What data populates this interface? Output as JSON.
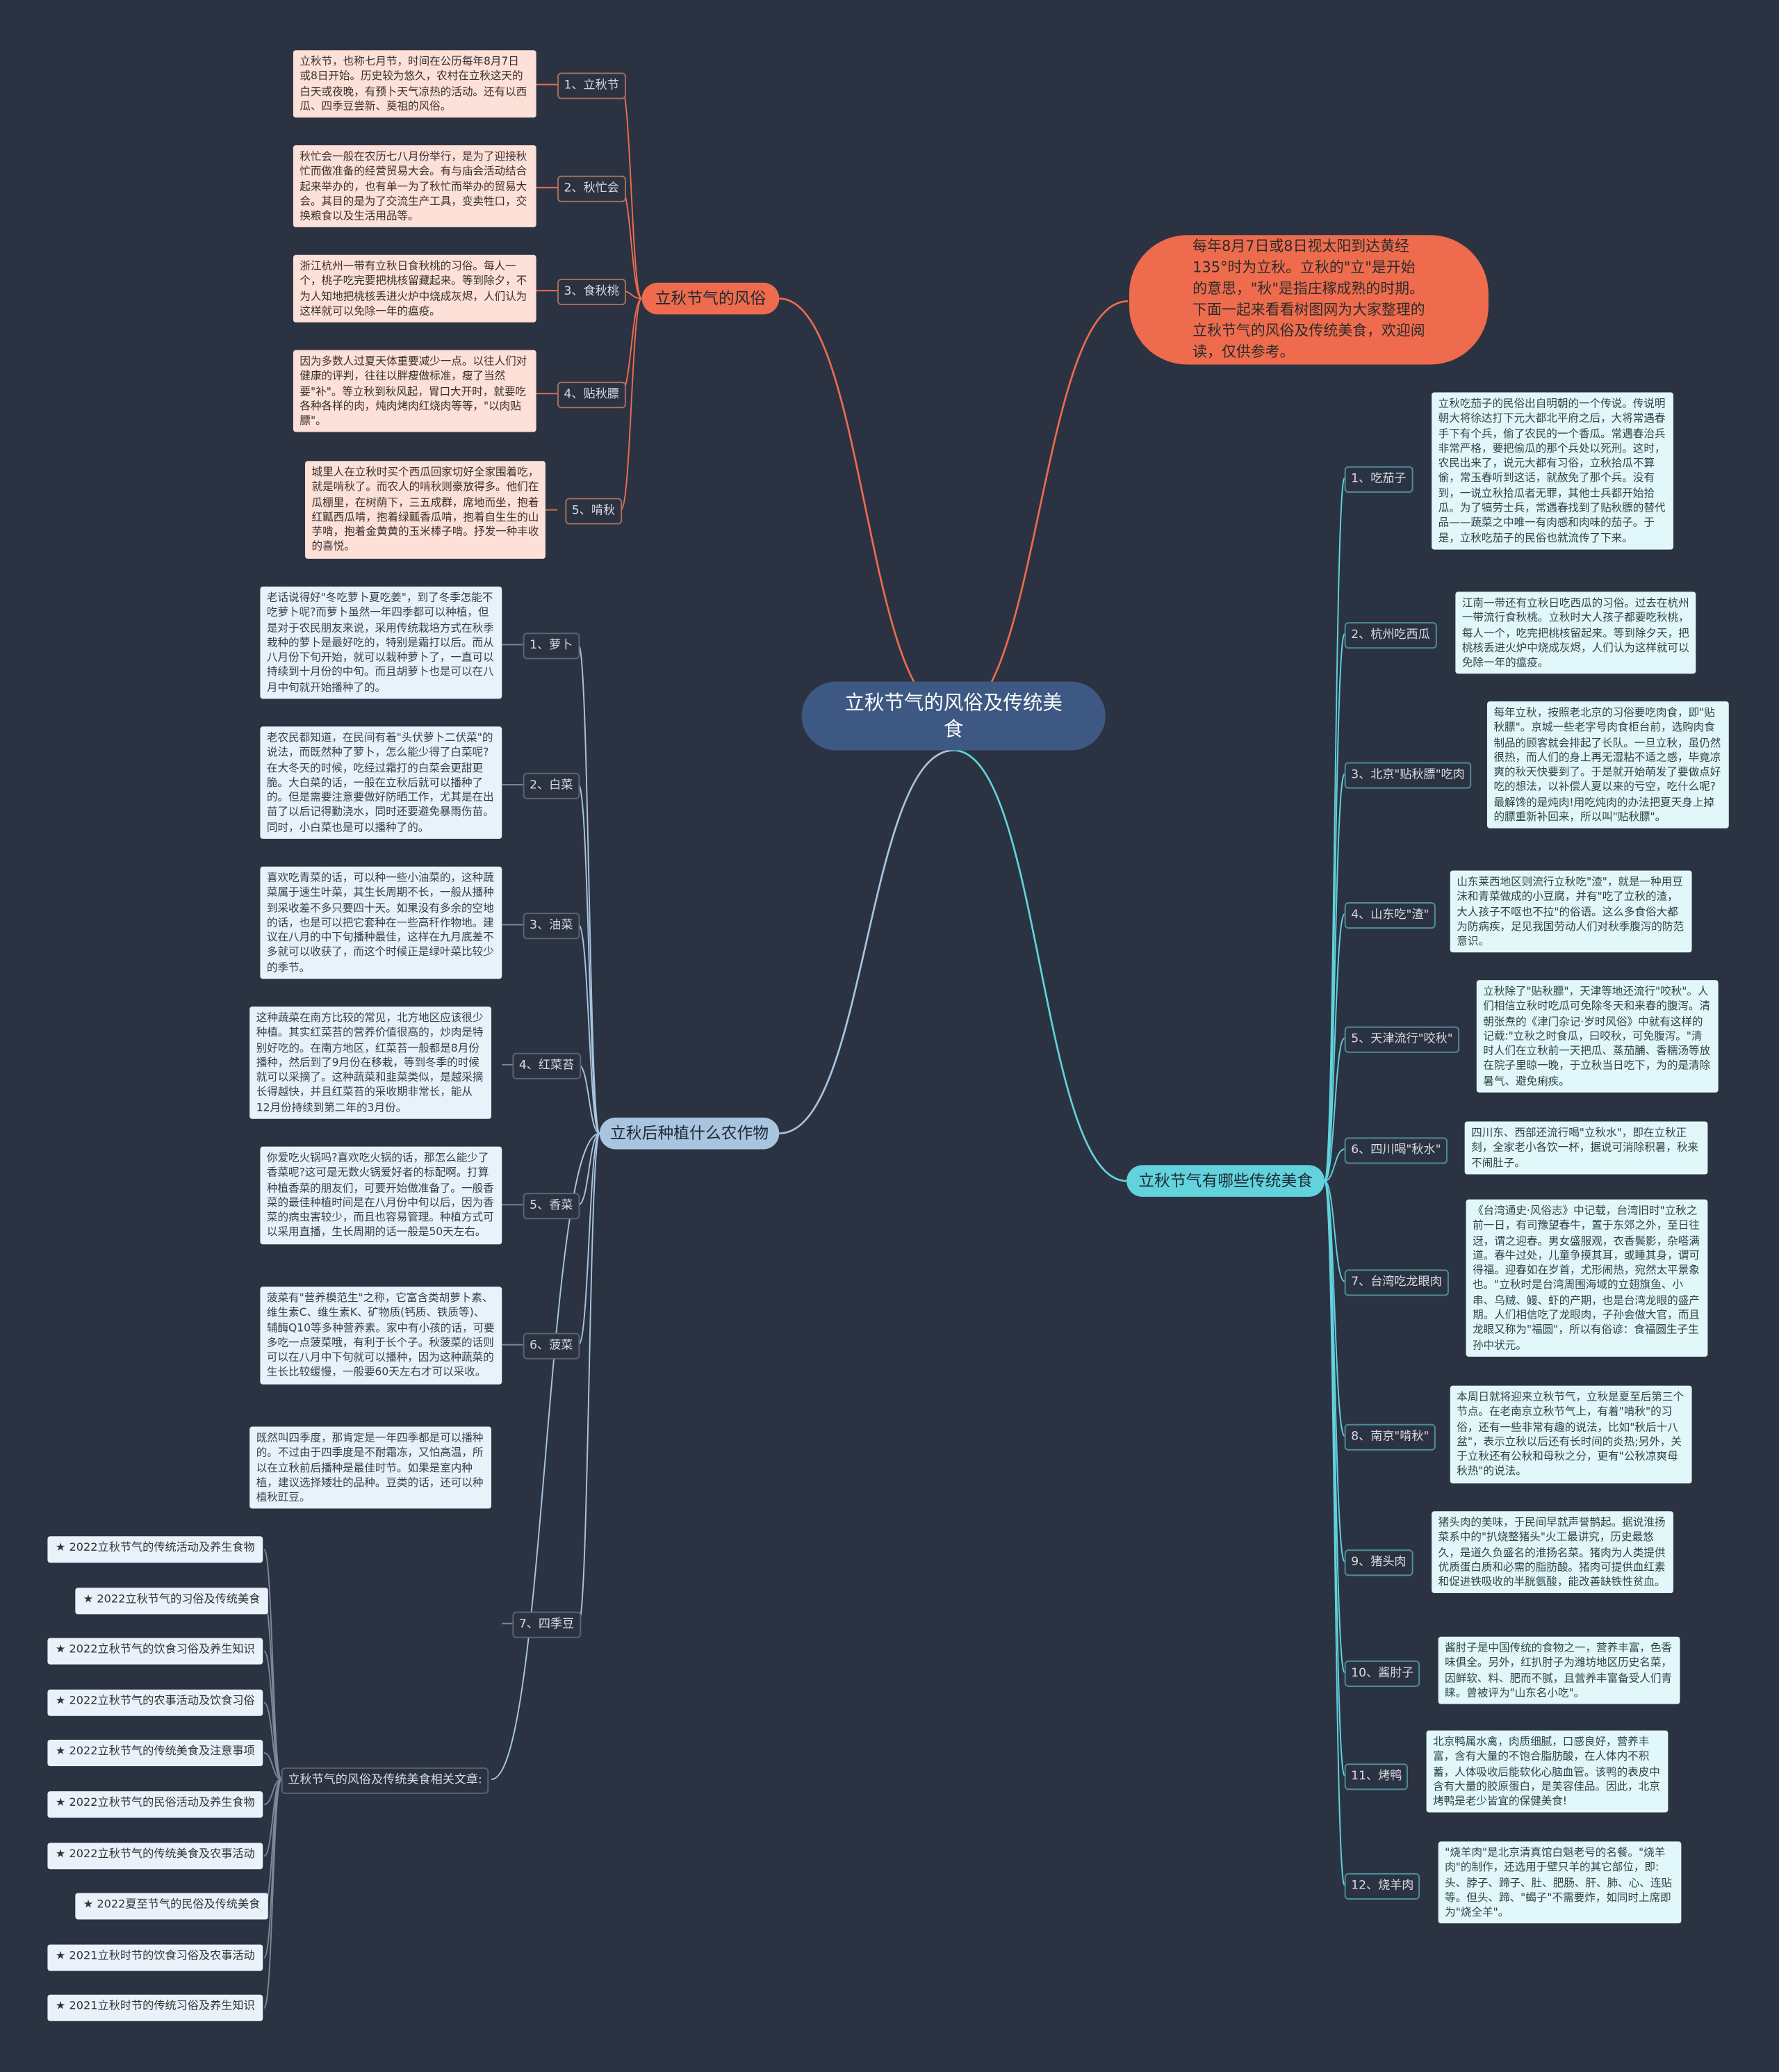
{
  "root": {
    "title": "立秋节气的风俗及传统美食"
  },
  "intro": {
    "text": "每年8月7日或8日视太阳到达黄经135°时为立秋。立秋的\"立\"是开始的意思，\"秋\"是指庄稼成熟的时期。下面一起来看看树图网为大家整理的立秋节气的风俗及传统美食，欢迎阅读，仅供参考。"
  },
  "customs": {
    "title": "立秋节气的风俗",
    "items": [
      {
        "label": "1、立秋节",
        "text": "立秋节，也称七月节，时间在公历每年8月7日或8日开始。历史较为悠久，农村在立秋这天的白天或夜晚，有预卜天气凉热的活动。还有以西瓜、四季豆尝新、奠祖的风俗。"
      },
      {
        "label": "2、秋忙会",
        "text": "秋忙会一般在农历七八月份举行，是为了迎接秋忙而做准备的经营贸易大会。有与庙会活动结合起来举办的，也有单一为了秋忙而举办的贸易大会。其目的是为了交流生产工具，变卖牲口，交换粮食以及生活用品等。"
      },
      {
        "label": "3、食秋桃",
        "text": "浙江杭州一带有立秋日食秋桃的习俗。每人一个，桃子吃完要把桃核留藏起来。等到除夕，不为人知地把桃核丢进火炉中烧成灰烬，人们认为这样就可以免除一年的瘟疫。"
      },
      {
        "label": "4、贴秋膘",
        "text": "因为多数人过夏天体重要减少一点。以往人们对健康的评判，往往以胖瘦做标准，瘦了当然要\"补\"。等立秋到秋风起，胃口大开时，就要吃各种各样的肉，炖肉烤肉红烧肉等等，\"以肉贴膘\"。"
      },
      {
        "label": "5、啃秋",
        "text": "城里人在立秋时买个西瓜回家切好全家围着吃，就是啃秋了。而农人的啃秋则豪放得多。他们在瓜棚里，在树荫下，三五成群，席地而坐，抱着红瓤西瓜啃，抱着绿瓤香瓜啃，抱着自生生的山芋啃，抱着金黄黄的玉米棒子啃。抒发一种丰收的喜悦。"
      }
    ]
  },
  "crops": {
    "title": "立秋后种植什么农作物",
    "items": [
      {
        "label": "1、萝卜",
        "text": "老话说得好\"冬吃萝卜夏吃姜\"，到了冬季怎能不吃萝卜呢?而萝卜虽然一年四季都可以种植，但是对于农民朋友来说，采用传统栽培方式在秋季栽种的萝卜是最好吃的，特别是霜打以后。而从八月份下旬开始，就可以栽种萝卜了，一直可以持续到十月份的中旬。而且胡萝卜也是可以在八月中旬就开始播种了的。"
      },
      {
        "label": "2、白菜",
        "text": "老农民都知道，在民间有着\"头伏萝卜二伏菜\"的说法，而既然种了萝卜，怎么能少得了白菜呢?在大冬天的时候，吃经过霜打的白菜会更甜更脆。大白菜的话，一般在立秋后就可以播种了的。但是需要注意要做好防晒工作，尤其是在出苗了以后记得勤浇水，同时还要避免暴雨伤苗。同时，小白菜也是可以播种了的。"
      },
      {
        "label": "3、油菜",
        "text": "喜欢吃青菜的话，可以种一些小油菜的，这种蔬菜属于速生叶菜，其生长周期不长，一般从播种到采收差不多只要四十天。如果没有多余的空地的话，也是可以把它套种在一些高秆作物地。建议在八月的中下旬播种最佳，这样在九月底差不多就可以收获了，而这个时候正是绿叶菜比较少的季节。"
      },
      {
        "label": "4、红菜苔",
        "text": "这种蔬菜在南方比较的常见，北方地区应该很少种植。其实红菜苔的营养价值很高的，炒肉是特别好吃的。在南方地区，红菜苔一般都是8月份播种，然后到了9月份在移栽，等到冬季的时候就可以采摘了。这种蔬菜和韭菜类似，是越采摘长得越快，并且红菜苔的采收期非常长，能从12月份持续到第二年的3月份。"
      },
      {
        "label": "5、香菜",
        "text": "你爱吃火锅吗?喜欢吃火锅的话，那怎么能少了香菜呢?这可是无数火锅爱好者的标配啊。打算种植香菜的朋友们，可要开始做准备了。一般香菜的最佳种植时间是在八月份中旬以后，因为香菜的病虫害较少，而且也容易管理。种植方式可以采用直播，生长周期的话一般是50天左右。"
      },
      {
        "label": "6、菠菜",
        "text": "菠菜有\"营养模范生\"之称，它富含类胡萝卜素、维生素C、维生素K、矿物质(钙质、铁质等)、辅酶Q10等多种营养素。家中有小孩的话，可要多吃一点菠菜哦，有利于长个子。秋菠菜的话则可以在八月中下旬就可以播种，因为这种蔬菜的生长比较缓慢，一般要60天左右才可以采收。"
      },
      {
        "label": "7、四季豆",
        "text": "既然叫四季度，那肯定是一年四季都是可以播种的。不过由于四季度是不耐霜冻，又怕高温，所以在立秋前后播种是最佳时节。如果是室内种植，建议选择矮壮的品种。豆类的话，还可以种植秋豇豆。"
      }
    ]
  },
  "related": {
    "title": "立秋节气的风俗及传统美食相关文章:",
    "items": [
      "★ 2022立秋节气的传统活动及养生食物",
      "★ 2022立秋节气的习俗及传统美食",
      "★ 2022立秋节气的饮食习俗及养生知识",
      "★ 2022立秋节气的农事活动及饮食习俗",
      "★ 2022立秋节气的传统美食及注意事项",
      "★ 2022立秋节气的民俗活动及养生食物",
      "★ 2022立秋节气的传统美食及农事活动",
      "★ 2022夏至节气的民俗及传统美食",
      "★ 2021立秋时节的饮食习俗及农事活动",
      "★ 2021立秋时节的传统习俗及养生知识"
    ]
  },
  "foods": {
    "title": "立秋节气有哪些传统美食",
    "items": [
      {
        "label": "1、吃茄子",
        "text": "立秋吃茄子的民俗出自明朝的一个传说。传说明朝大将徐达打下元大都北平府之后，大将常遇春手下有个兵，偷了农民的一个香瓜。常遇春治兵非常严格，要把偷瓜的那个兵处以死刑。这时，农民出来了，说元大都有习俗，立秋拾瓜不算偷，常玉春听到这话，就赦免了那个兵。没有到，一说立秋拾瓜者无罪，其他士兵都开始拾瓜。为了犒劳士兵，常遇春找到了贴秋膘的替代品——蔬菜之中唯一有肉感和肉味的茄子。于是，立秋吃茄子的民俗也就流传了下来。"
      },
      {
        "label": "2、杭州吃西瓜",
        "text": "江南一带还有立秋日吃西瓜的习俗。过去在杭州一带流行食秋桃。立秋时大人孩子都要吃秋桃，每人一个，吃完把桃核留起来。等到除夕天，把桃核丢进火炉中烧成灰烬，人们认为这样就可以免除一年的瘟疫。"
      },
      {
        "label": "3、北京\"贴秋膘\"吃肉",
        "text": "每年立秋，按照老北京的习俗要吃肉食，即\"贴秋膘\"。京城一些老字号肉食柜台前，选购肉食制品的顾客就会排起了长队。一旦立秋，虽仍然很热，而人们的身上再无湿粘不适之感，毕竟凉爽的秋天快要到了。于是就开始萌发了要做点好吃的想法，以补偿人夏以来的亏空，吃什么呢?最解馋的是炖肉!用吃炖肉的办法把夏天身上掉的膘重新补回来，所以叫\"贴秋膘\"。"
      },
      {
        "label": "4、山东吃\"渣\"",
        "text": "山东莱西地区则流行立秋吃\"渣\"，就是一种用豆沫和青菜做成的小豆腐，并有\"吃了立秋的渣，大人孩子不呕也不拉\"的俗语。这么多食俗大都为防病疾，足见我国劳动人们对秋季腹泻的防范意识。"
      },
      {
        "label": "5、天津流行\"咬秋\"",
        "text": "立秋除了\"贴秋膘\"，天津等地还流行\"咬秋\"。人们相信立秋时吃瓜可免除冬天和来春的腹泻。清朝张焘的《津门杂记·岁时风俗》中就有这样的记载:\"立秋之时食瓜，曰咬秋，可免腹泻。\"清时人们在立秋前一天把瓜、蒸茄脯、香糯汤等放在院子里晾一晚，于立秋当日吃下，为的是清除暑气、避免痢疾。"
      },
      {
        "label": "6、四川喝\"秋水\"",
        "text": "四川东、西部还流行喝\"立秋水\"，即在立秋正刻，全家老小各饮一杯，据说可消除积暑，秋来不闹肚子。"
      },
      {
        "label": "7、台湾吃龙眼肉",
        "text": "《台湾通史·风俗志》中记载，台湾旧时\"立秋之前一日，有司豫望春牛，置于东郊之外，至日往迓，谓之迎春。男女盛服观，衣香鬓影，杂嗒满道。春牛过处，儿童争摸其耳，或睡其身，谓可得福。迎春如在岁首，尤形闹热，宛然太平景象也。\"立秋时是台湾周围海域的立翅旗鱼、小串、乌贼、鳗、虾的产期，也是台湾龙眼的盛产期。人们相信吃了龙眼肉，子孙会做大官，而且龙眼又称为\"福圆\"，所以有俗谚：食福圆生子生孙中状元。"
      },
      {
        "label": "8、南京\"啃秋\"",
        "text": "本周日就将迎来立秋节气，立秋是夏至后第三个节点。在老南京立秋节气上，有着\"啃秋\"的习俗，还有一些非常有趣的说法，比如\"秋后十八盆\"，表示立秋以后还有长时间的炎热;另外，关于立秋还有公秋和母秋之分，更有\"公秋凉爽母秋热\"的说法。"
      },
      {
        "label": "9、猪头肉",
        "text": "猪头肉的美味，于民间早就声誉鹊起。据说淮扬菜系中的\"扒烧整猪头\"火工最讲究，历史最悠久，是道久负盛名的淮扬名菜。猪肉为人类提供优质蛋白质和必需的脂肪酸。猪肉可提供血红素和促进铁吸收的半胱氨酸，能改善缺铁性贫血。"
      },
      {
        "label": "10、酱肘子",
        "text": "酱肘子是中国传统的食物之一，营养丰富，色香味俱全。另外，红扒肘子为潍坊地区历史名菜，因鲜软、料、肥而不腻，且营养丰富备受人们青睐。曾被评为\"山东名小吃\"。"
      },
      {
        "label": "11、烤鸭",
        "text": "北京鸭属水禽，肉质细腻，口感良好，营养丰富，含有大量的不饱合脂肪酸，在人体内不积蓄，人体吸收后能软化心脑血管。该鸭的表皮中含有大量的胶原蛋白，是美容佳品。因此，北京烤鸭是老少皆宜的保健美食!"
      },
      {
        "label": "12、烧羊肉",
        "text": "\"烧羊肉\"是北京清真馆白魁老号的名餐。\"烧羊肉\"的制作，还选用于壁只羊的其它部位，即:头、脖子、蹄子、肚、肥肠、肝、肺、心、连贴等。但头、蹄、\"蝎子\"不需要炸，如同时上席即为\"烧全羊\"。"
      }
    ]
  },
  "colors": {
    "red": "#ee6c4d",
    "blue": "#a9c4df",
    "cyan": "#62d3dc",
    "background": "#2b3342"
  }
}
